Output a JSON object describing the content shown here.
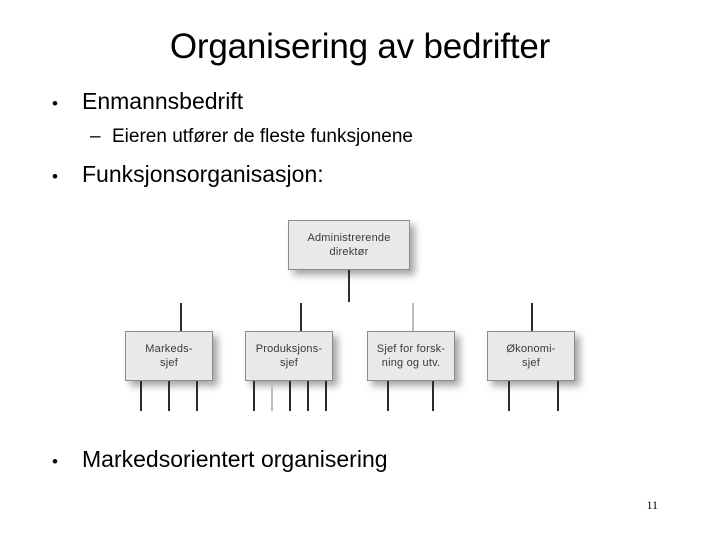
{
  "slide": {
    "title": "Organisering av bedrifter",
    "page_number": "11",
    "background_color": "#ffffff",
    "text_color": "#000000"
  },
  "bullets": [
    {
      "level": 1,
      "marker": "•",
      "text": "Enmannsbedrift"
    },
    {
      "level": 2,
      "marker": "–",
      "text": "Eieren utfører de fleste funksjonene"
    },
    {
      "level": 1,
      "marker": "•",
      "text": "Funksjonsorganisasjon:"
    },
    {
      "level": 1,
      "marker": "•",
      "text": "Markedsorientert organisering"
    }
  ],
  "org_chart": {
    "box_fill_color": "#e9e9e9",
    "box_border_color": "#8c8c8c",
    "box_text_color": "#3a3a3a",
    "connector_color": "#2b2b2b",
    "root": {
      "label_line1": "Administrerende",
      "label_line2": "direktør"
    },
    "children": [
      {
        "label_line1": "Markeds-",
        "label_line2": "sjef",
        "sub_stubs": 3
      },
      {
        "label_line1": "Produksjons-",
        "label_line2": "sjef",
        "sub_stubs": 5
      },
      {
        "label_line1": "Sjef for forsk-",
        "label_line2": "ning og utv.",
        "sub_stubs": 2
      },
      {
        "label_line1": "Økonomi-",
        "label_line2": "sjef",
        "sub_stubs": 2
      }
    ]
  }
}
